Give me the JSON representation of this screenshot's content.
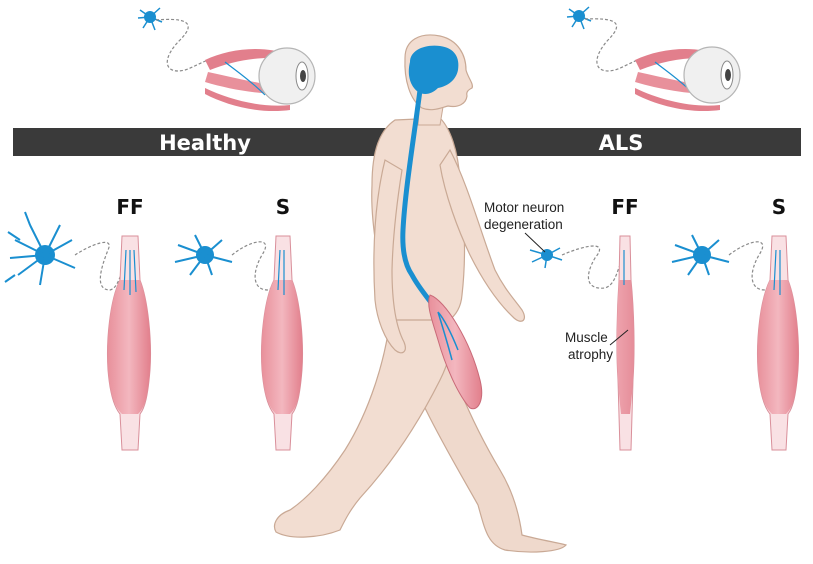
{
  "banner": {
    "left_label": "Healthy",
    "right_label": "ALS"
  },
  "fiber_types": {
    "healthy_ff": "FF",
    "healthy_s": "S",
    "als_ff": "FF",
    "als_s": "S"
  },
  "annotations": {
    "motor_neuron_line1": "Motor neuron",
    "motor_neuron_line2": "degeneration",
    "muscle_line1": "Muscle",
    "muscle_line2": "atrophy"
  },
  "colors": {
    "banner": "#3a3a3a",
    "neuron": "#1a8fd0",
    "neuron_dark": "#0f5f90",
    "muscle": "#e27f8c",
    "muscle_light": "#f5c6cc",
    "tendon": "#f9e1e4",
    "skin": "#f2ddd1",
    "skin_outline": "#c9a995",
    "myelin_dash": "#8a8a8a"
  }
}
